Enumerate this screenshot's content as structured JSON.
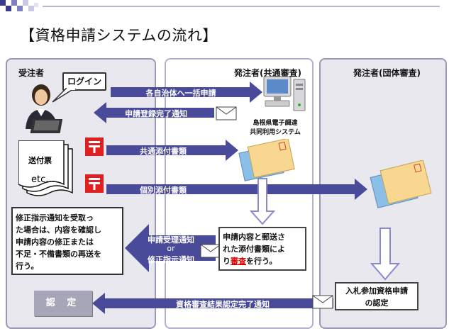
{
  "title": "【資格申請システムの流れ】",
  "lanes": [
    {
      "label": "受注者"
    },
    {
      "label": "発注者(共通審査)"
    },
    {
      "label": "発注者(団体審査)"
    }
  ],
  "login": "ログイン",
  "system_lines": [
    "島根県電子調達",
    "共同利用システム"
  ],
  "documents": {
    "line1": "送付票",
    "line2": "etc…"
  },
  "arrows": {
    "bulk_apply": "各自治体へ一括申請",
    "registration_done": "申請登録完了通知",
    "common_docs": "共通添付書類",
    "individual_docs": "個別添付書類",
    "receipt_line1": "申請受理通知",
    "receipt_or": "or",
    "receipt_line2": "修正指示通知",
    "certified_done": "資格審査結果認定完了通知"
  },
  "correction_box_lines": [
    "修正指示通知を受取っ",
    "た場合は、内容を確認し",
    "申請内容の修正または",
    "不足・不備書類の再送を",
    "行う。"
  ],
  "review_box": {
    "line1": "申請内容と郵送さ",
    "line2": "れた添付書類によ",
    "line3_pre": "り",
    "line3_highlight": "審査",
    "line3_post": "を行う。"
  },
  "bid_box_lines": [
    "入札参加資格申請",
    "の認定"
  ],
  "certified_button": "認 定",
  "colors": {
    "arrow_blue": "#4a4a9a",
    "highlight_red": "#e00000",
    "lane_bg": "#e8e8ee"
  }
}
